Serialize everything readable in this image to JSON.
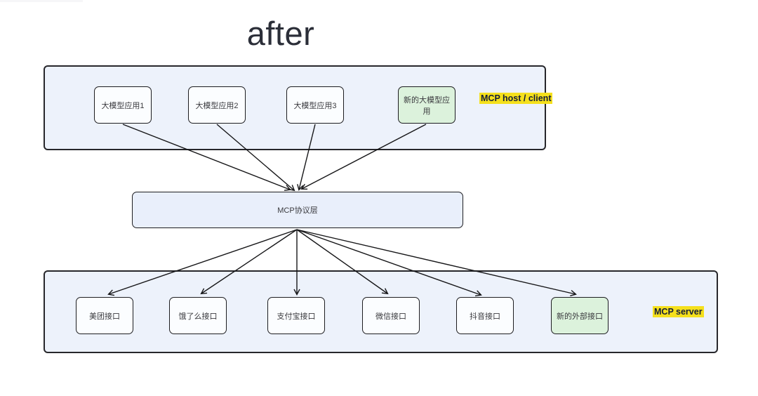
{
  "title": "after",
  "diagram": {
    "host_container": {
      "label": "MCP host / client",
      "boxes": [
        {
          "label": "大模型应用1",
          "variant": "default"
        },
        {
          "label": "大模型应用2",
          "variant": "default"
        },
        {
          "label": "大模型应用3",
          "variant": "default"
        },
        {
          "label": "新的大模型应用",
          "variant": "new-highlighted-green"
        }
      ]
    },
    "protocol_box": {
      "label": "MCP协议层"
    },
    "server_container": {
      "label": "MCP server",
      "boxes": [
        {
          "label": "美团接口",
          "variant": "default"
        },
        {
          "label": "饿了么接口",
          "variant": "default"
        },
        {
          "label": "支付宝接口",
          "variant": "default"
        },
        {
          "label": "微信接口",
          "variant": "default"
        },
        {
          "label": "抖音接口",
          "variant": "default"
        },
        {
          "label": "新的外部接口",
          "variant": "new-highlighted-green"
        }
      ]
    },
    "connections": {
      "top": "4 host app boxes converge with arrows into MCP协议层",
      "bottom": "MCP协议层 fans out with arrows to 6 server interface boxes"
    },
    "colors": {
      "container_fill": "#edf2fb",
      "node_fill": "#fbfdff",
      "new_node_fill": "#dcf2dc",
      "highlight_yellow": "#f5e01c",
      "stroke": "#1d1d20",
      "tag_text": "#141d38",
      "title_text": "#2b2e38"
    }
  }
}
